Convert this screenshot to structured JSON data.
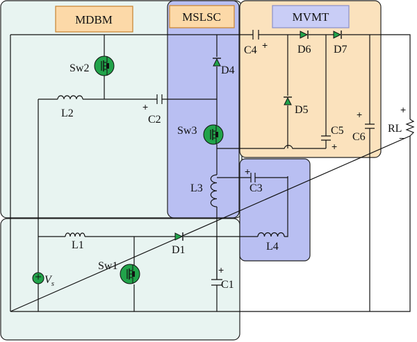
{
  "blocks": {
    "mdbm": "MDBM",
    "mslsc": "MSLSC",
    "mvmt": "MVMT"
  },
  "components": {
    "sw1": "Sw1",
    "sw2": "Sw2",
    "sw3": "Sw3",
    "l1": "L1",
    "l2": "L2",
    "l3": "L3",
    "l4": "L4",
    "d1": "D1",
    "d4": "D4",
    "d5": "D5",
    "d6": "D6",
    "d7": "D7",
    "c1": "C1",
    "c2": "C2",
    "c3": "C3",
    "c4": "C4",
    "c5": "C5",
    "c6": "C6",
    "rl": "RL",
    "vs": "V",
    "vs_sub": "s"
  },
  "signs": {
    "plus": "+",
    "minus": "−"
  },
  "colors": {
    "mdbm_fill": "#e8f4f1",
    "mslsc_fill": "#b9bff2",
    "mvmt_fill": "#fbe2bd",
    "label_fill": "#fcd9a8",
    "label_border": "#c8822e",
    "switch_fill": "#21a34a",
    "diode_fill": "#21a34a"
  }
}
